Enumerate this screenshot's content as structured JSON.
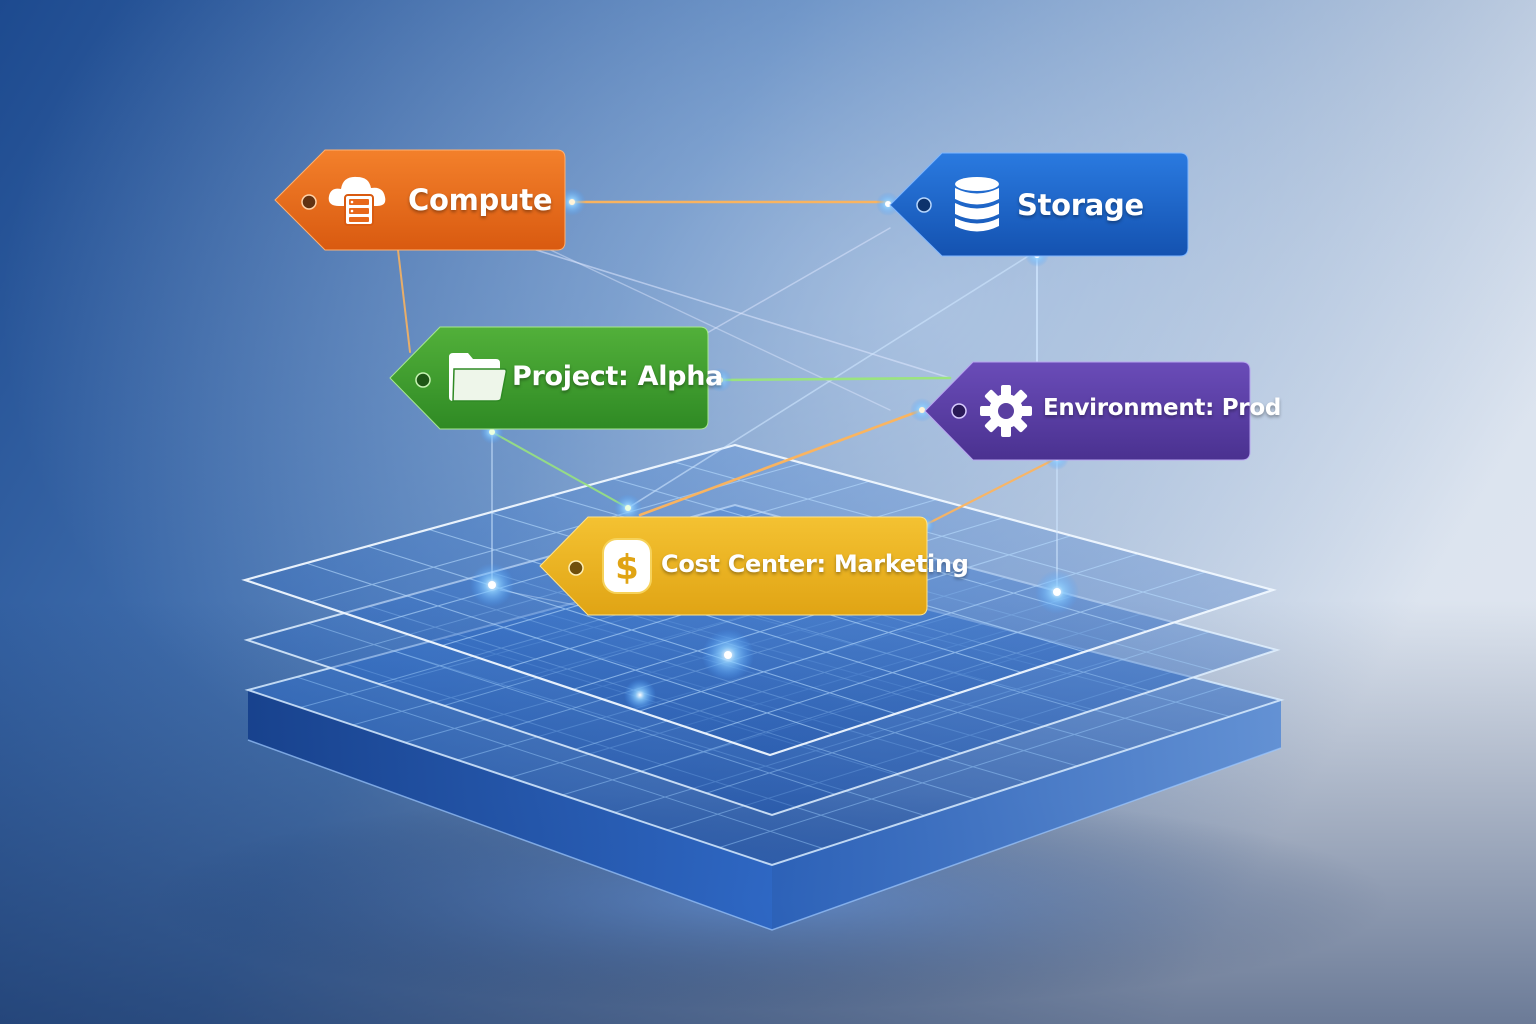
{
  "colors": {
    "compute": "#e8681a",
    "storage": "#1a66c8",
    "project": "#3d9a2e",
    "environment": "#5a3fa0",
    "cost_center": "#e8b21a",
    "platform": "#2f6fd6"
  },
  "tags": {
    "compute": {
      "label": "Compute",
      "icon": "cloud-server-icon"
    },
    "storage": {
      "label": "Storage",
      "icon": "database-icon"
    },
    "project": {
      "label": "Project: Alpha",
      "icon": "folder-icon"
    },
    "environment": {
      "label": "Environment: Prod",
      "icon": "gear-icon"
    },
    "cost_center": {
      "label": "Cost Center: Marketing",
      "icon": "dollar-icon"
    }
  },
  "platform": {
    "layers": 3,
    "icon": "grid-layers-icon"
  }
}
